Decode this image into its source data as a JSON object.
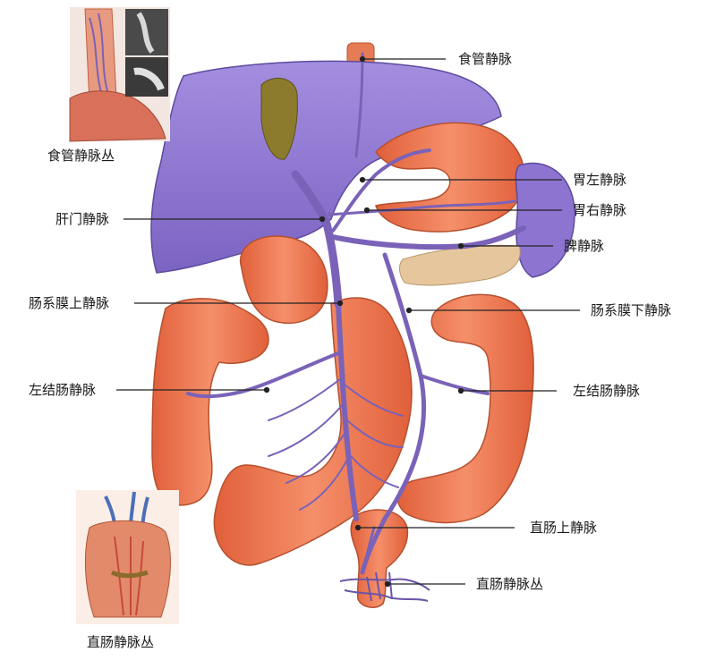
{
  "labels": {
    "esophageal_vein": "食管静脉",
    "esophageal_venous_plexus": "食管静脉丛",
    "left_gastric_vein": "胃左静脉",
    "right_gastric_vein": "胃右静脉",
    "splenic_vein": "脾静脉",
    "hepatic_portal_vein": "肝门静脉",
    "superior_mesenteric_vein": "肠系膜上静脉",
    "inferior_mesenteric_vein": "肠系膜下静脉",
    "left_colic_vein_left": "左结肠静脉",
    "left_colic_vein_right": "左结肠静脉",
    "superior_rectal_vein": "直肠上静脉",
    "rectal_venous_plexus_center": "直肠静脉丛",
    "rectal_venous_plexus_corner": "直肠静脉丛"
  },
  "colors": {
    "liver": "#8f79d4",
    "vein": "#7a62b8",
    "intestine": "#ec7a55",
    "gallbladder": "#8a7a2a",
    "pancreas": "#e8c9a0",
    "leader": "#222222"
  }
}
